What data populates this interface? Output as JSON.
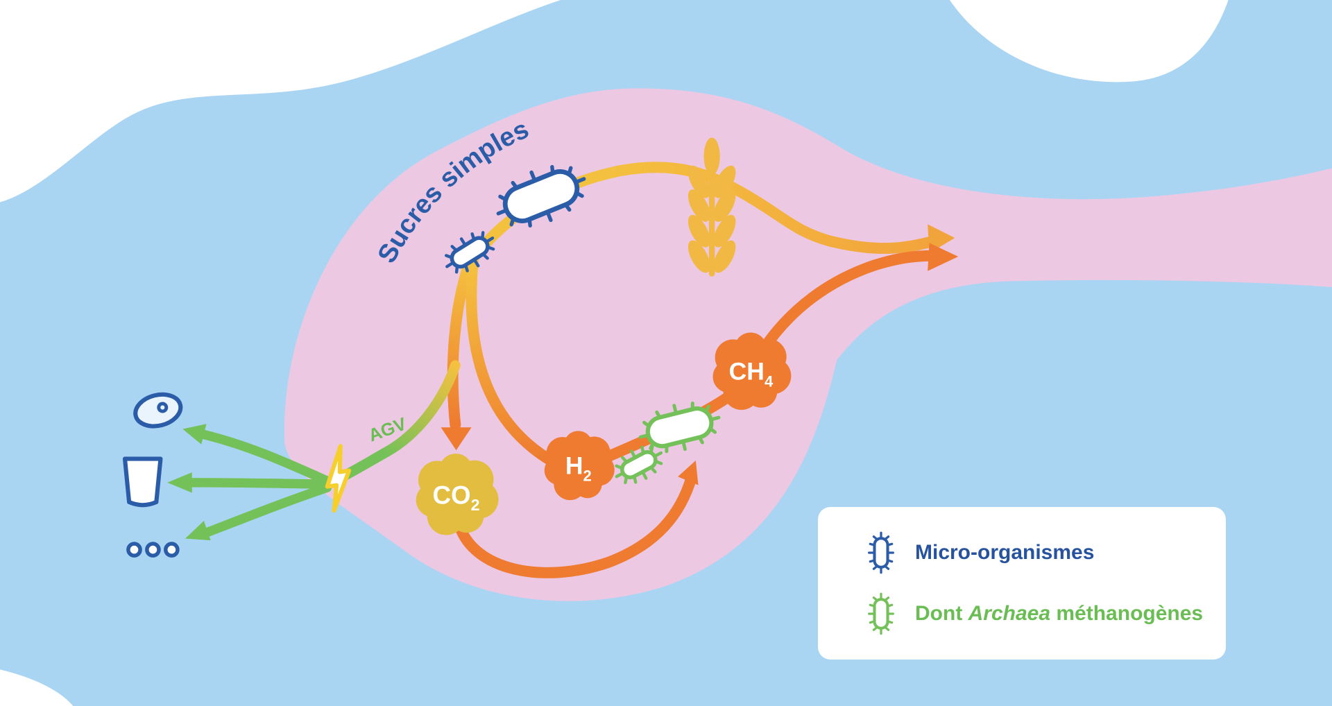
{
  "diagram": {
    "sucres_simples": "Sucres simples",
    "agv_label": "AGV",
    "molecules": {
      "co2": {
        "main": "CO",
        "sub": "2"
      },
      "h2": {
        "main": "H",
        "sub": "2"
      },
      "ch4": {
        "main": "CH",
        "sub": "4"
      }
    }
  },
  "legend": {
    "micro_label": "Micro-organismes",
    "archaea_prefix": "Dont ",
    "archaea_italic": "Archaea",
    "archaea_suffix": " méthanogènes"
  },
  "icons": {
    "microbe-icon": "spiked-pill-outline-blue",
    "archaea-icon": "spiked-pill-outline-green",
    "wheat-icon": "wheat-ear",
    "meat-icon": "steak",
    "milk-glass-icon": "glass-of-milk",
    "more-products-icon": "three-dots",
    "energy-bolt-icon": "lightning-bolt"
  },
  "colors": {
    "background": "#a9d5f3",
    "rumen_pink": "#ecc8e3",
    "dark_blue": "#2b5ca8",
    "green": "#74c159",
    "yellow": "#f4c13f",
    "orange": "#ee7b30",
    "co2_yellow": "#e2bd3f",
    "wheat_gold": "#f2b844",
    "legend_blue": "#27529e",
    "legend_green": "#69bd53",
    "bolt_yellow": "#f6cf2e",
    "white": "#ffffff"
  }
}
